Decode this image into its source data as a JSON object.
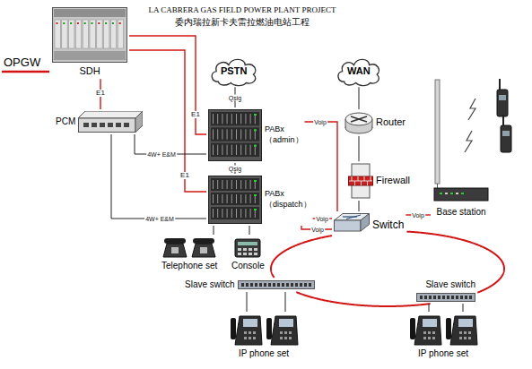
{
  "diagram": {
    "title": "LA CABRERA GAS FIELD POWER PLANT PROJECT",
    "nodes": [
      {
        "text": [
          "SDH"
        ]
      },
      {
        "text": [
          "PSTN"
        ]
      },
      {
        "text": [
          "WAN"
        ]
      },
      {
        "text": [
          "PCM"
        ]
      },
      {
        "text": [
          "PABx （admin）"
        ]
      },
      {
        "text": [
          "Router"
        ]
      },
      {
        "text": [
          "Firewall"
        ]
      },
      {
        "text": [
          "PABx （dispatch）"
        ]
      },
      {
        "text": [
          "Switch"
        ]
      },
      {
        "text": [
          "Base station"
        ]
      },
      {
        "text": [
          "Telephone set"
        ]
      },
      {
        "text": [
          "Console"
        ]
      },
      {
        "text": [
          "Slave switch"
        ]
      },
      {
        "text": [
          "Slave switch"
        ]
      },
      {
        "text": [
          "IP phone set"
        ]
      },
      {
        "text": [
          "IP phone set"
        ]
      }
    ],
    "edges": [
      {
        "from": 0,
        "to": 3,
        "label": "E1",
        "arrow": "none"
      },
      {
        "from": 0,
        "to": 4,
        "label": "E1",
        "arrow": "none"
      },
      {
        "from": 0,
        "to": 7,
        "label": "E1",
        "arrow": "none"
      },
      {
        "from": 3,
        "to": 4,
        "label": "4W+ E&M",
        "arrow": "none"
      },
      {
        "from": 3,
        "to": 7,
        "label": "4W+ E&M",
        "arrow": "none"
      },
      {
        "from": 1,
        "to": 4,
        "label": "Qsig",
        "arrow": "none"
      },
      {
        "from": 4,
        "to": 7,
        "label": "Qsig",
        "arrow": "none"
      },
      {
        "from": 4,
        "to": 8,
        "label": "Voip",
        "arrow": "none"
      },
      {
        "from": 7,
        "to": 8,
        "label": "Voip",
        "arrow": "none"
      },
      {
        "from": 7,
        "to": 8,
        "label": "Voip",
        "arrow": "none"
      },
      {
        "from": 2,
        "to": 5,
        "arrow": "none"
      },
      {
        "from": 5,
        "to": 6,
        "arrow": "none"
      },
      {
        "from": 6,
        "to": 8,
        "arrow": "none"
      },
      {
        "from": 8,
        "to": 9,
        "label": "Voip",
        "arrow": "none"
      },
      {
        "from": 7,
        "to": 10,
        "arrow": "none"
      },
      {
        "from": 7,
        "to": 11,
        "arrow": "none"
      },
      {
        "from": 8,
        "to": 12,
        "arrow": "none"
      },
      {
        "from": 12,
        "to": 13,
        "arrow": "none"
      },
      {
        "from": 13,
        "to": 8,
        "arrow": "none"
      },
      {
        "from": 12,
        "to": 14,
        "arrow": "none"
      },
      {
        "from": 12,
        "to": 14,
        "arrow": "none"
      },
      {
        "from": 13,
        "to": 15,
        "arrow": "none"
      },
      {
        "from": 13,
        "to": 15,
        "arrow": "none"
      }
    ],
    "labels": [
      "委内瑞拉新卡夫雷拉燃油电站工程",
      "OPGW"
    ]
  }
}
